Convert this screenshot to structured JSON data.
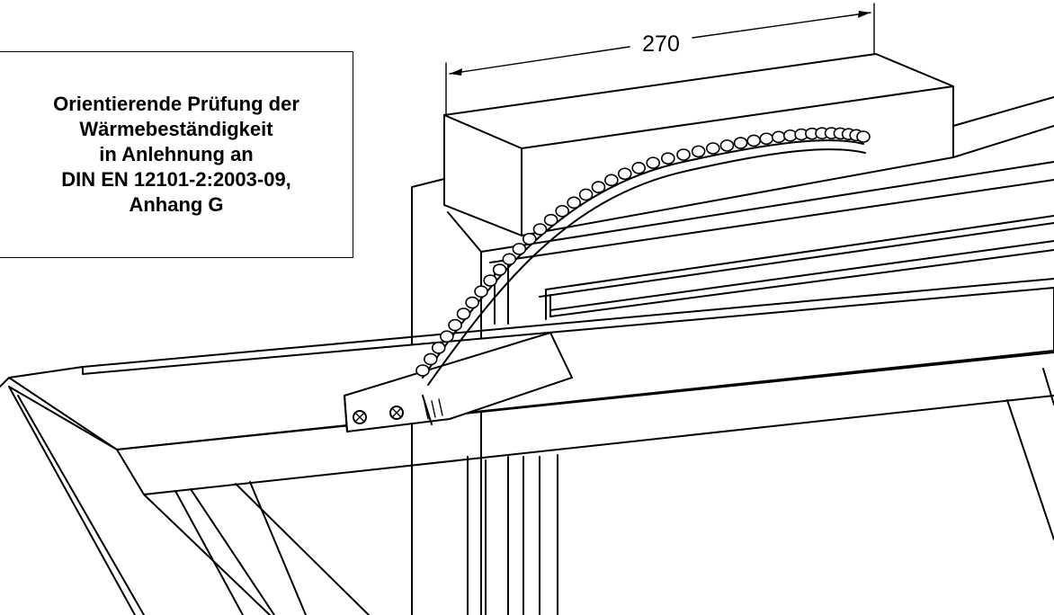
{
  "caption": {
    "lines": [
      "Orientierende Prüfung der",
      "Wärmebeständigkeit",
      "in Anlehnung an",
      "DIN EN 12101-2:2003-09,",
      "Anhang G"
    ]
  },
  "dimension": {
    "value": "270"
  },
  "colors": {
    "line": "#000000",
    "background": "#ffffff"
  }
}
